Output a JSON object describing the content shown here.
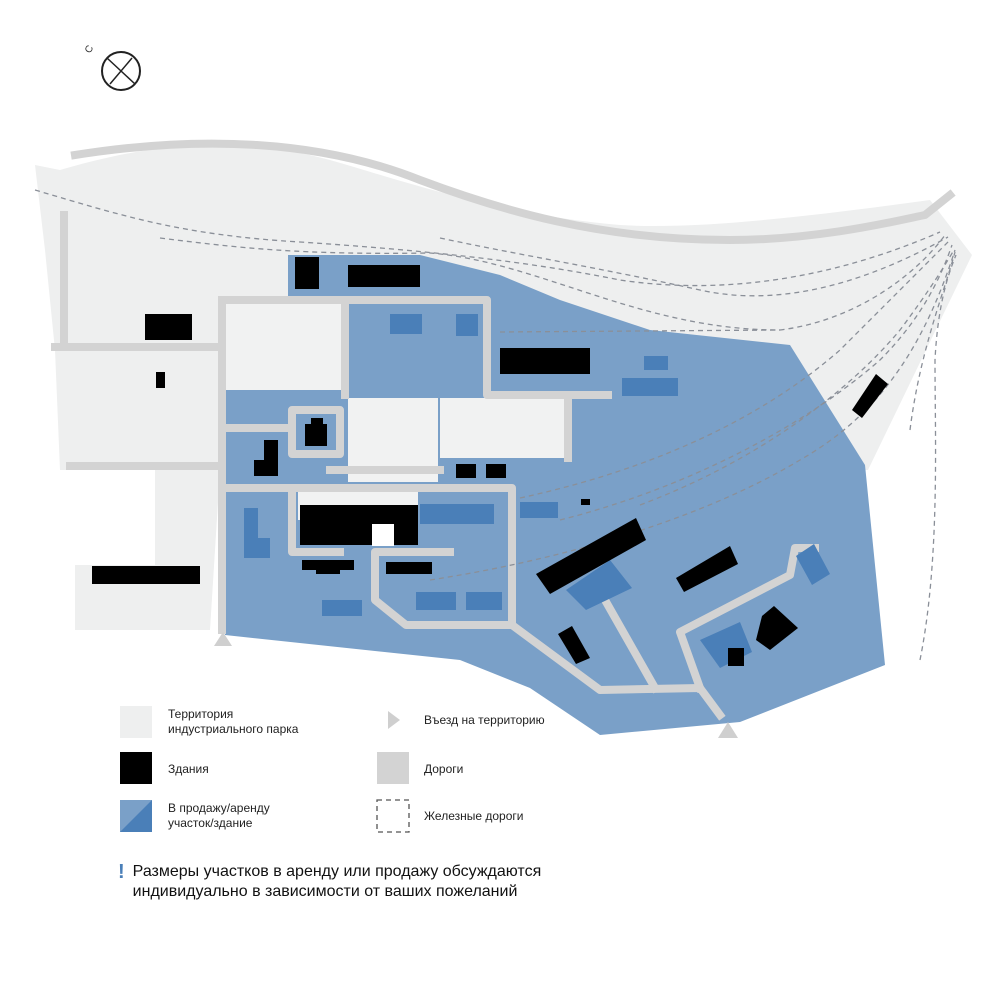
{
  "compass": {
    "label": "С"
  },
  "legend": {
    "territory": "Территория\nиндустриального парка",
    "buildings": "Здания",
    "sale_rent": "В продажу/аренду\nучасток/здание",
    "entry": "Въезд на территорию",
    "roads": "Дороги",
    "railways": "Железные дороги"
  },
  "note": {
    "line1": "Размеры участков в аренду или продажу обсуждаются",
    "line2": "индивидуально в зависимости от ваших пожеланий"
  },
  "colors": {
    "territory": "#eeefef",
    "plot": "#7aa0c8",
    "plot_dark": "#4a7fb8",
    "building": "#000000",
    "road": "#d3d3d3",
    "entry": "#cfcfcf",
    "rail": "#8a8f98"
  }
}
